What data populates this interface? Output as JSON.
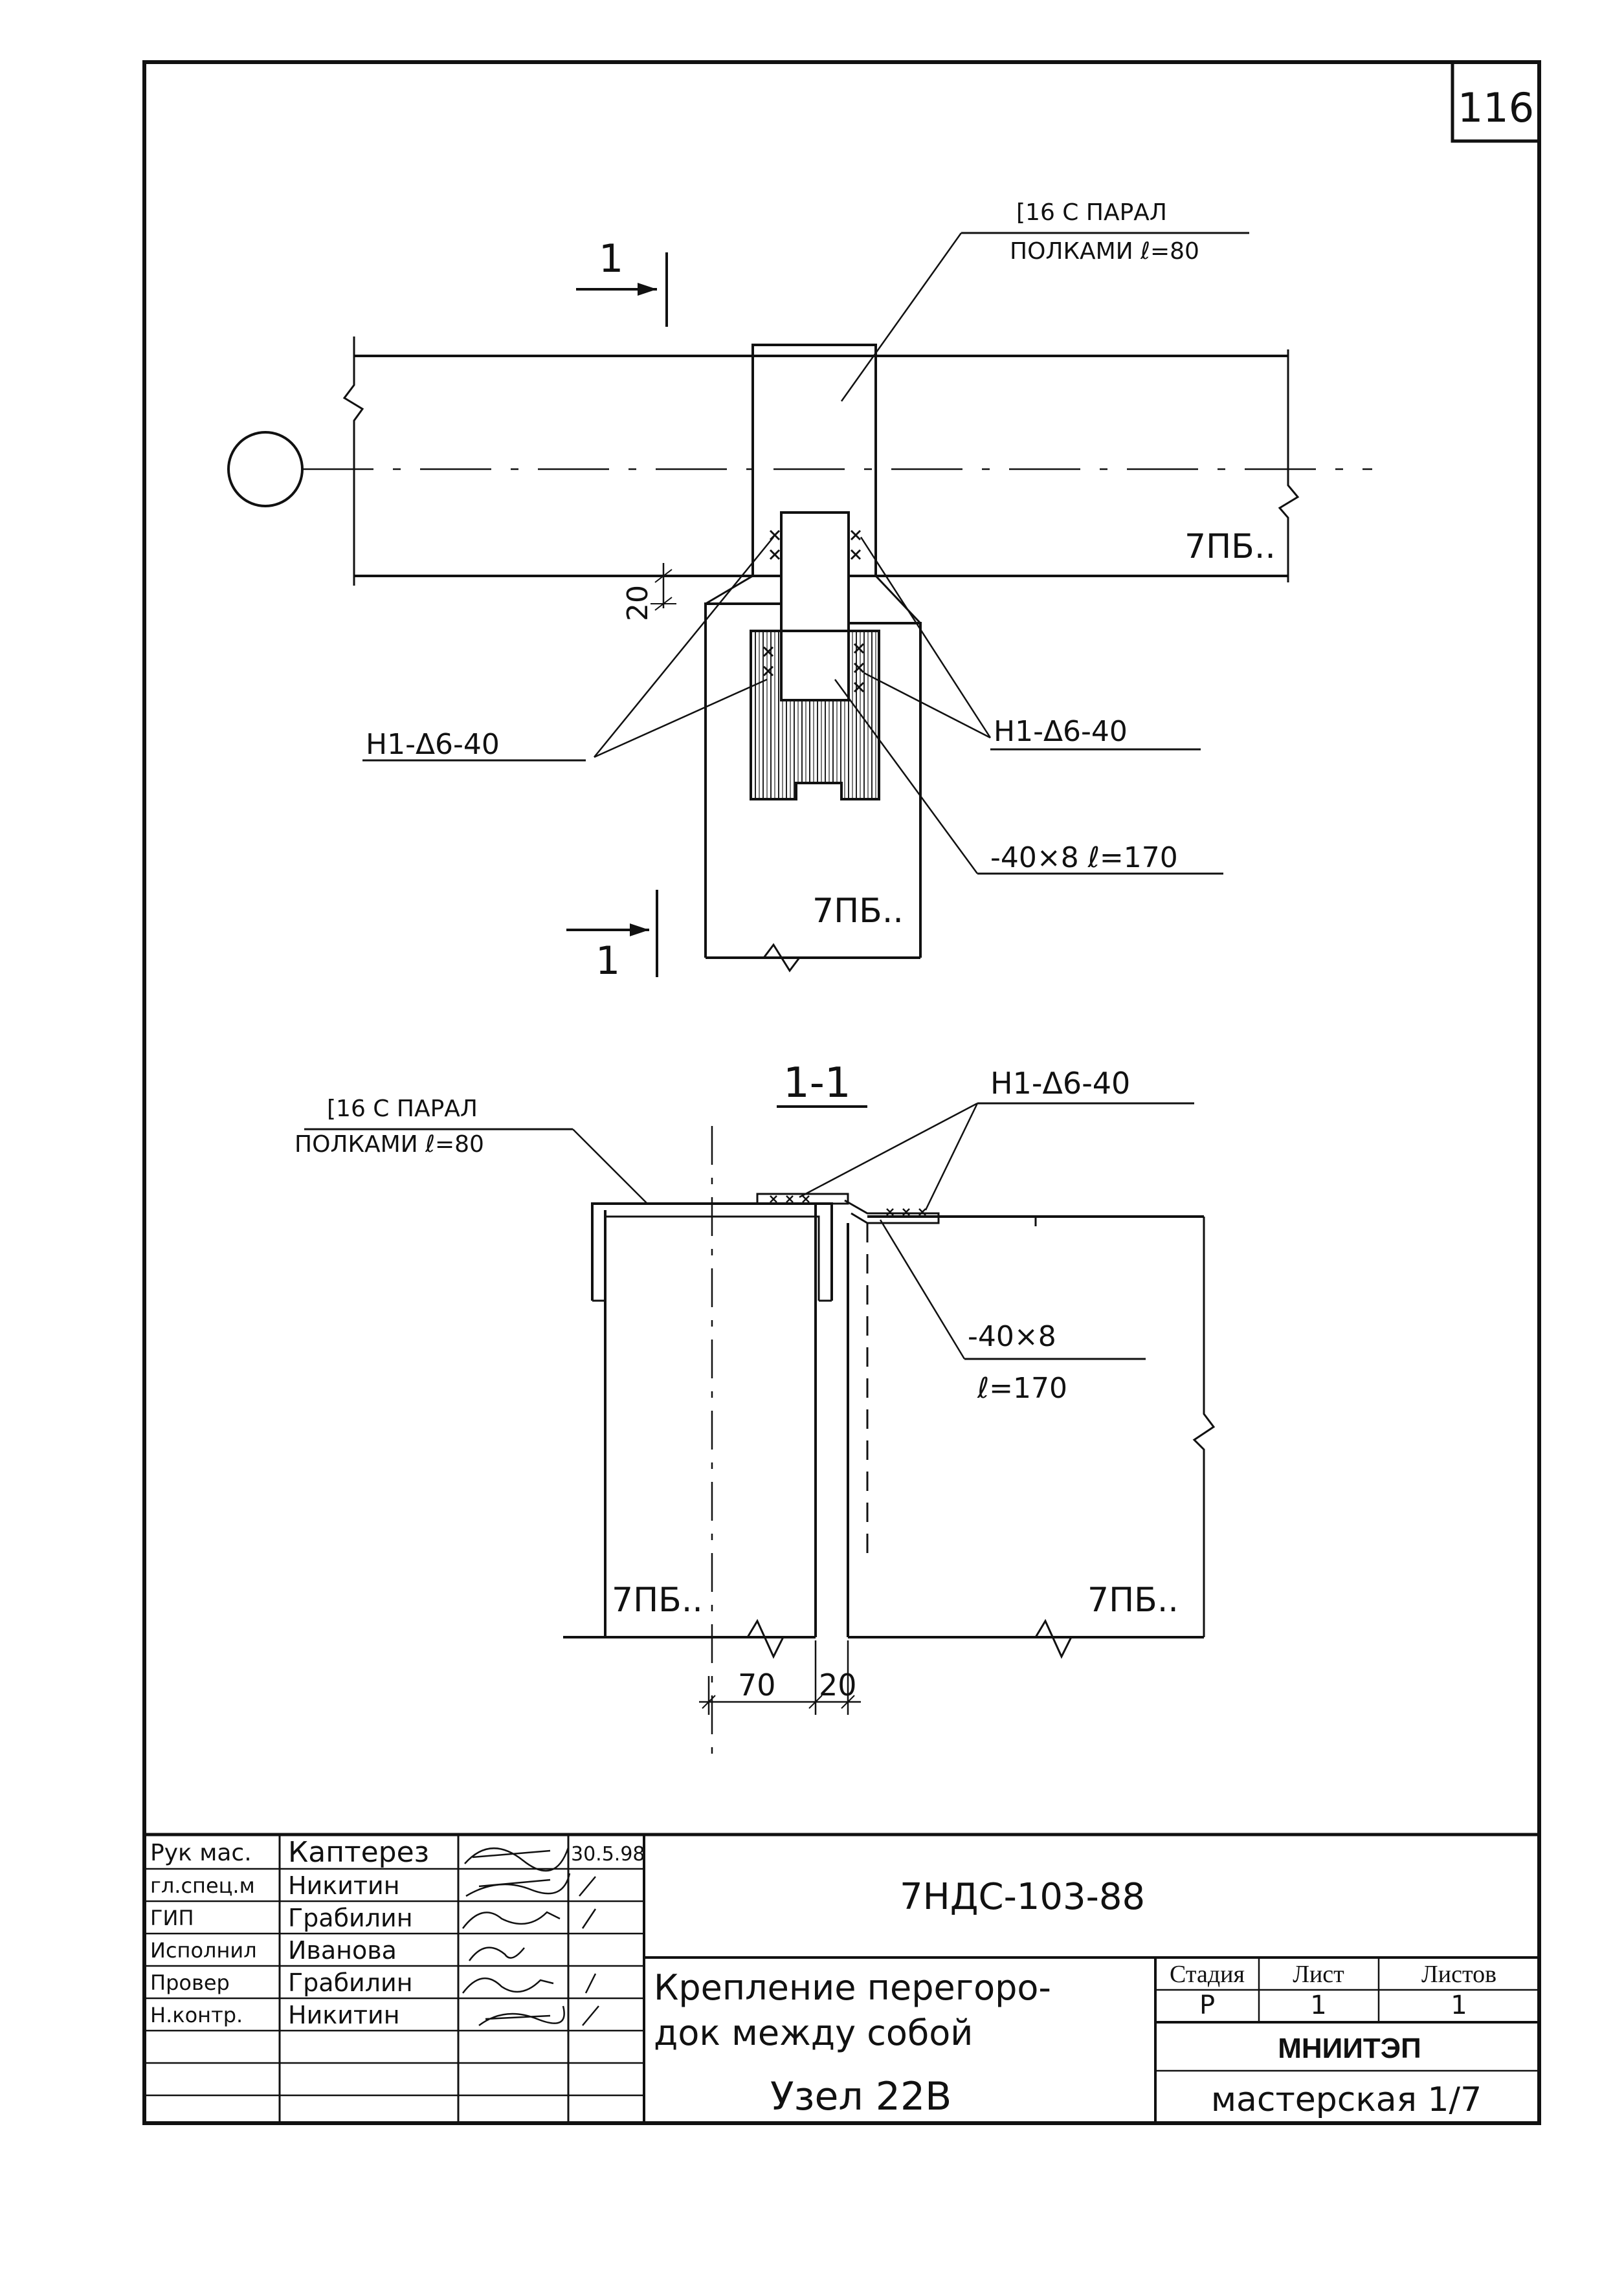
{
  "sheet_number": "116",
  "plan": {
    "section_marker": "1",
    "channel_label_line1": "[16 С ПАРАЛ",
    "channel_label_line2": "ПОЛКАМИ  ℓ=80",
    "beam_label_right": "7ПБ..",
    "beam_label_bottom": "7ПБ..",
    "dimension_gap": "20",
    "weld_label_left": "Н1-Δ6-40",
    "weld_label_right": "Н1-Δ6-40",
    "plate_label": "-40×8  ℓ=170"
  },
  "section": {
    "title": "1-1",
    "channel_label_line1": "[16 С ПАРАЛ",
    "channel_label_line2": "ПОЛКАМИ  ℓ=80",
    "weld_label": "Н1-Δ6-40",
    "plate_label_line1": "-40×8",
    "plate_label_line2": "ℓ=170",
    "beam_label_left": "7ПБ..",
    "beam_label_right": "7ПБ..",
    "dimension_left": "70",
    "dimension_right": "20"
  },
  "title_block": {
    "rows": [
      {
        "role": "Рук мас.",
        "name": "Каптерез",
        "date": "30.5.98"
      },
      {
        "role": "гл.спец.м",
        "name": "Никитин",
        "date": ""
      },
      {
        "role": "ГИП",
        "name": "Грабилин",
        "date": ""
      },
      {
        "role": "Исполнил",
        "name": "Иванова",
        "date": ""
      },
      {
        "role": "Провер",
        "name": "Грабилин",
        "date": ""
      },
      {
        "role": "Н.контр.",
        "name": "Никитин",
        "date": ""
      }
    ],
    "document_code": "7НДС-103-88",
    "title_line1": "Крепление перегоро-",
    "title_line2": "док между собой",
    "node_label": "Узел 22В",
    "stage_header": "Стадия",
    "sheet_header": "Лист",
    "sheets_header": "Листов",
    "stage_value": "Р",
    "sheet_value": "1",
    "sheets_value": "1",
    "organization": "МНИИТЭП",
    "workshop": "мастерская 1/7"
  }
}
